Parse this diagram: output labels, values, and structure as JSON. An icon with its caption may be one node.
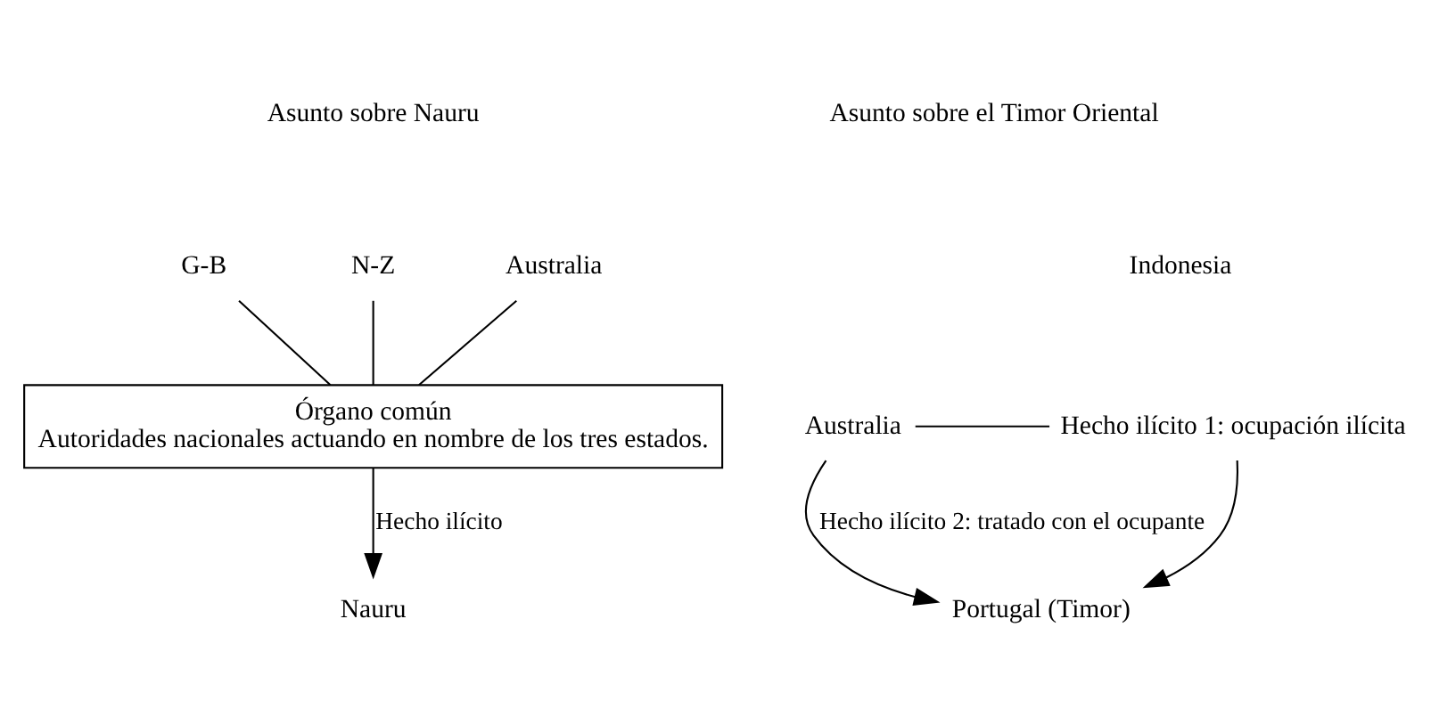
{
  "diagram": {
    "nodes": [
      {
        "text": [
          "G-B"
        ]
      },
      {
        "text": [
          "N-Z"
        ]
      },
      {
        "text": [
          "Australia"
        ]
      },
      {
        "text": [
          "Órgano común",
          "Autoridades nacionales actuando en nombre de los tres estados."
        ]
      },
      {
        "text": [
          "Nauru"
        ]
      },
      {
        "text": [
          "Australia"
        ]
      },
      {
        "text": [
          "Hecho ilícito 1: ocupación ilícita"
        ]
      },
      {
        "text": [
          "Portugal (Timor)"
        ]
      }
    ],
    "edges": [
      {
        "from": 0,
        "to": 3,
        "arrow": "none"
      },
      {
        "from": 1,
        "to": 3,
        "arrow": "none"
      },
      {
        "from": 2,
        "to": 3,
        "arrow": "none"
      },
      {
        "from": 3,
        "to": 4,
        "arrow": "to",
        "label": "Hecho ilícito"
      },
      {
        "from": 5,
        "to": 6,
        "arrow": "none"
      },
      {
        "from": 5,
        "to": 7,
        "arrow": "to",
        "label": "Hecho ilícito 2: tratado con el ocupante"
      },
      {
        "from": 6,
        "to": 7,
        "arrow": "to"
      }
    ],
    "labels": [
      "Asunto sobre Nauru",
      "Asunto sobre el Timor Oriental",
      "Indonesia"
    ]
  }
}
